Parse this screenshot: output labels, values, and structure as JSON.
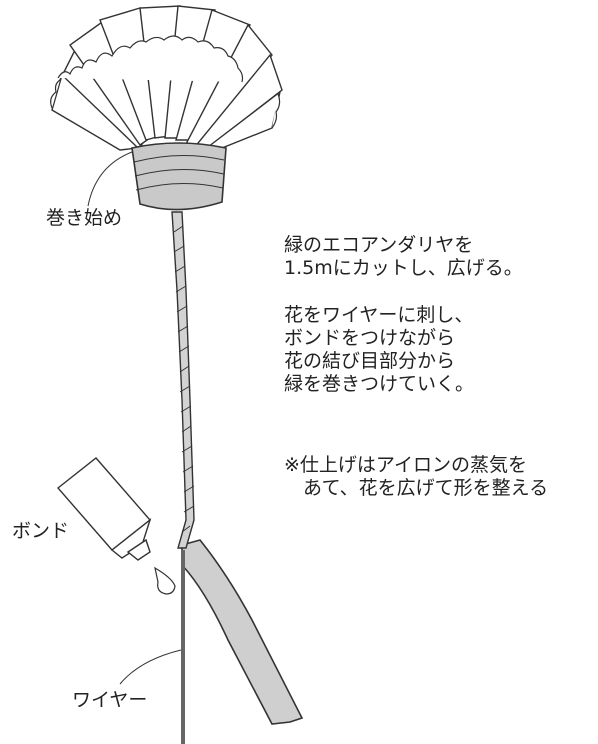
{
  "labels": {
    "start_wrap": "巻き始め",
    "bond": "ボンド",
    "wire": "ワイヤー"
  },
  "instructions": {
    "step1": [
      "緑のエコアンダリヤを",
      "1.5mにカットし、広げる。"
    ],
    "step2": [
      "花をワイヤーに刺し、",
      "ボンドをつけながら",
      "花の結び目部分から",
      "緑を巻きつけていく。"
    ]
  },
  "note": [
    "※仕上げはアイロンの蒸気を",
    "　あて、花を広げて形を整える"
  ]
}
